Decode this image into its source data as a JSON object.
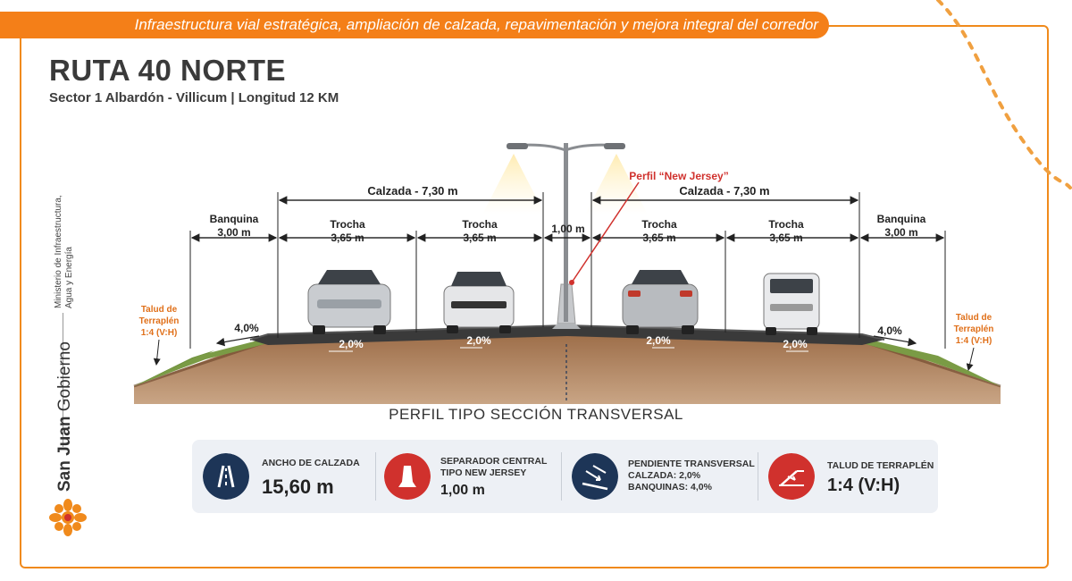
{
  "banner": "Infraestructura vial estratégica, ampliación de calzada, repavimentación y mejora integral del corredor",
  "title": "RUTA 40 NORTE",
  "subtitle": "Sector 1 Albardón - Villicum | Longitud 12 KM",
  "sidebar": {
    "ministry_line1": "Ministerio de Infraestructura,",
    "ministry_line2": "Agua y Energía",
    "brand_bold": "San Juan",
    "brand_regular": "Gobierno"
  },
  "diagram": {
    "calzada_left": "Calzada - 7,30 m",
    "calzada_right": "Calzada - 7,30 m",
    "banquina_label": "Banquina",
    "banquina_width": "3,00 m",
    "trocha_label": "Trocha",
    "trocha_width": "3,65 m",
    "median_width": "1,00 m",
    "new_jersey": "Perfil “New Jersey”",
    "slope_shoulder": "4,0%",
    "slope_lane": "2,0%",
    "talud_line1": "Talud de",
    "talud_line2": "Terraplén",
    "talud_line3": "1:4 (V:H)",
    "section_title": "PERFIL TIPO SECCIÓN TRANSVERSAL"
  },
  "info_cards": [
    {
      "icon": "road-icon",
      "label_line1": "ANCHO DE CALZADA",
      "label_line2": "",
      "value": "15,60 m"
    },
    {
      "icon": "barrier-icon",
      "label_line1": "SEPARADOR CENTRAL",
      "label_line2": "TIPO NEW JERSEY",
      "value": "1,00 m"
    },
    {
      "icon": "slope-icon",
      "label_line1": "PENDIENTE TRANSVERSAL",
      "label_line2": "CALZADA: 2,0%",
      "label_line3": "BANQUINAS: 4,0%",
      "value": ""
    },
    {
      "icon": "embankment-icon",
      "label_line1": "TALUD DE TERRAPLÉN",
      "label_line2": "",
      "value": "1:4 (V:H)"
    }
  ],
  "colors": {
    "accent": "#f47f18",
    "navy": "#1d3557",
    "red": "#d0312d",
    "asphalt": "#3a3a3a",
    "soil": "#8a5a3b",
    "grass": "#6c8f3a"
  }
}
